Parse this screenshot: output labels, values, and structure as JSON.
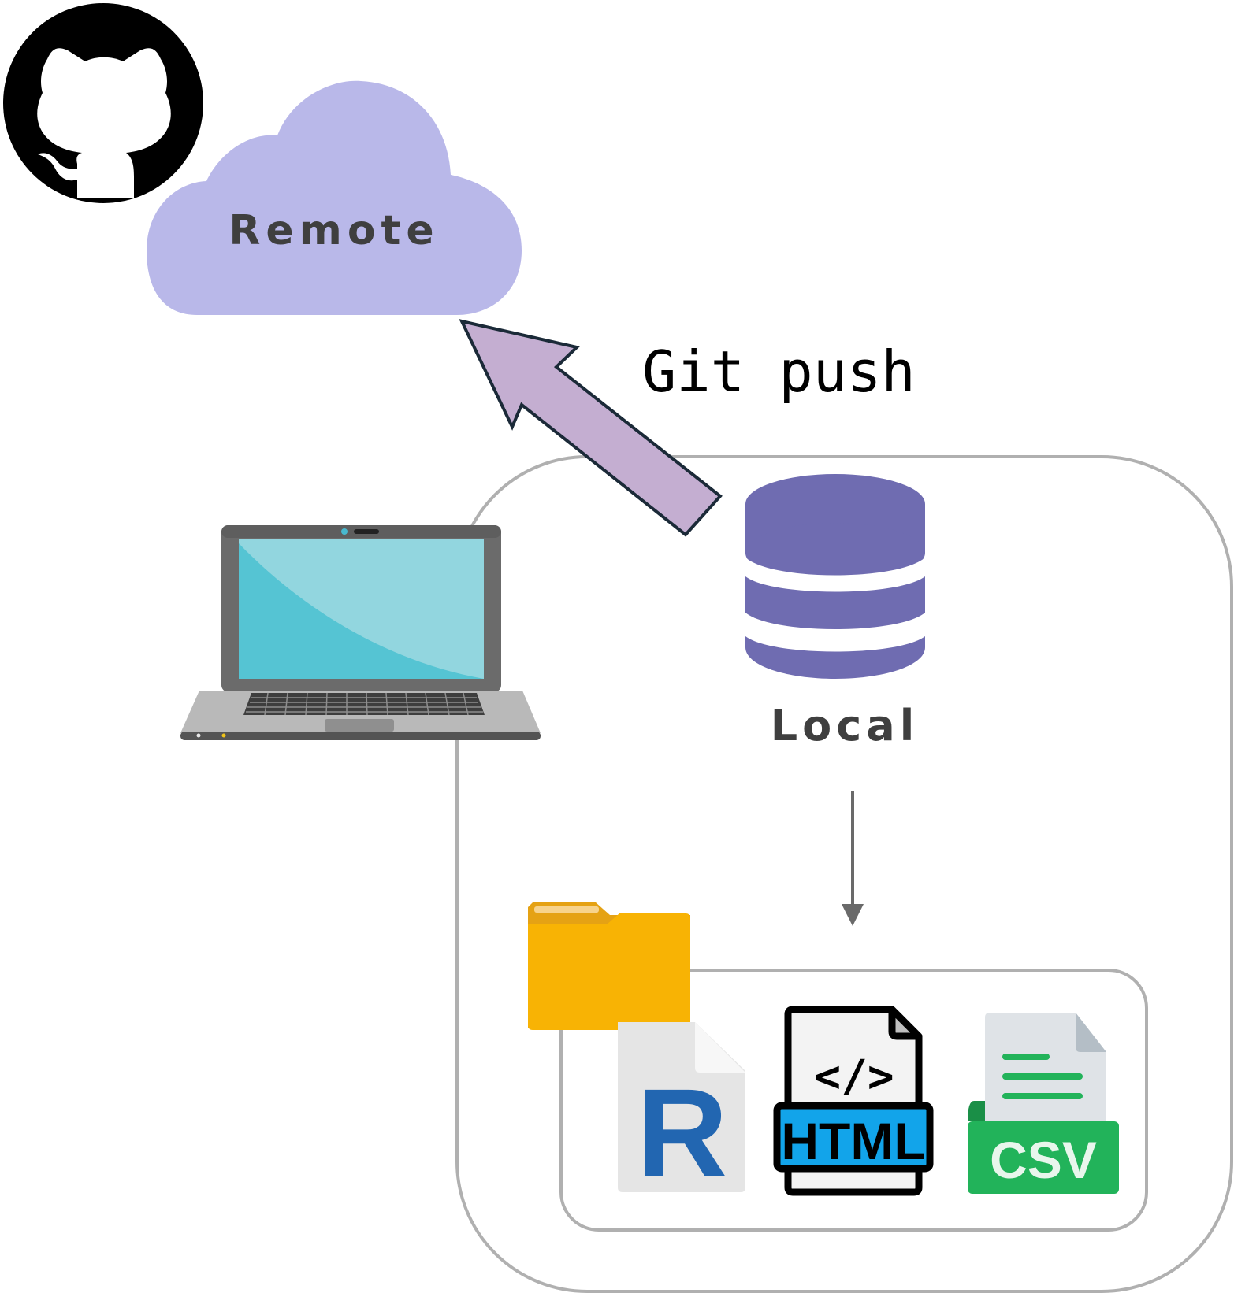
{
  "remote": {
    "label": "Remote",
    "color": "#b9b8e9"
  },
  "push": {
    "label": "Git push",
    "arrow_color": "#c4aed1"
  },
  "local": {
    "label": "Local",
    "db_color": "#6f6cb1"
  },
  "files": {
    "r": {
      "label": "R",
      "color": "#2266b1"
    },
    "html": {
      "label": "HTML",
      "icon": "</>",
      "color": "#12a4ea"
    },
    "csv": {
      "label": "CSV",
      "color": "#22b35a"
    }
  },
  "icons": [
    "github-icon",
    "laptop-icon",
    "database-icon",
    "folder-icon",
    "r-file-icon",
    "html-file-icon",
    "csv-file-icon"
  ]
}
